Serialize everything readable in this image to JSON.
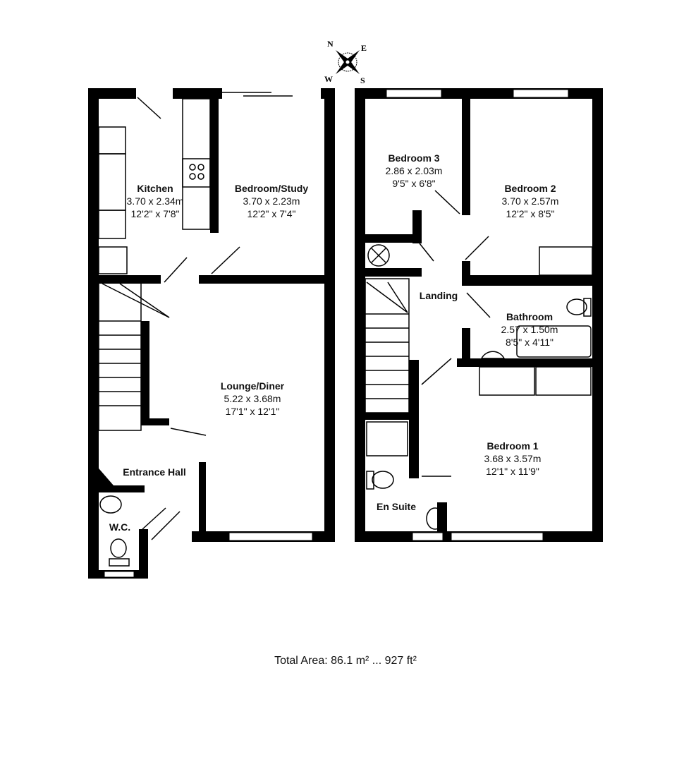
{
  "compass": {
    "n": "N",
    "e": "E",
    "s": "S",
    "w": "W"
  },
  "rooms": [
    {
      "name": "Kitchen",
      "metric": "3.70 x 2.34m",
      "imperial": "12'2\" x 7'8\""
    },
    {
      "name": "Bedroom/Study",
      "metric": "3.70 x 2.23m",
      "imperial": "12'2\" x 7'4\""
    },
    {
      "name": "Lounge/Diner",
      "metric": "5.22 x 3.68m",
      "imperial": "17'1\" x 12'1\""
    },
    {
      "name": "Entrance Hall"
    },
    {
      "name": "W.C."
    },
    {
      "name": "Bedroom 3",
      "metric": "2.86 x 2.03m",
      "imperial": "9'5\" x 6'8\""
    },
    {
      "name": "Bedroom 2",
      "metric": "3.70 x 2.57m",
      "imperial": "12'2\" x 8'5\""
    },
    {
      "name": "Landing"
    },
    {
      "name": "Bathroom",
      "metric": "2.57 x 1.50m",
      "imperial": "8'5\" x 4'11\""
    },
    {
      "name": "Bedroom 1",
      "metric": "3.68 x 3.57m",
      "imperial": "12'1\" x 11'9\""
    },
    {
      "name": "En Suite"
    }
  ],
  "total_area": "Total Area: 86.1 m² ... 927 ft²",
  "colors": {
    "wall": "#000000",
    "background": "#ffffff"
  }
}
